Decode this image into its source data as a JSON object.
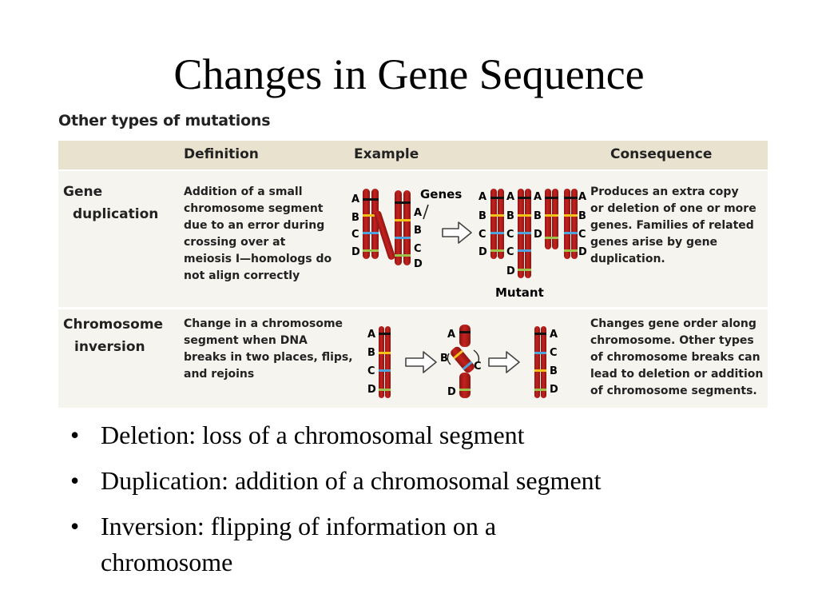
{
  "slide": {
    "title": "Changes in Gene Sequence"
  },
  "figure": {
    "heading": "Other types of mutations",
    "columns": [
      "Definition",
      "Example",
      "Consequence"
    ],
    "rows": [
      {
        "name_lines": [
          "Gene",
          "duplication"
        ],
        "definition_lines": [
          "Addition of a small",
          "chromosome segment",
          "due to an error during",
          "crossing over at",
          "meiosis I—homologs do",
          "not align correctly"
        ],
        "consequence_lines": [
          "Produces an extra copy",
          "or deletion of one or more",
          "genes. Families of related",
          "genes arise by gene",
          "duplication."
        ],
        "example": {
          "genes_label": "Genes",
          "mutant_label": "Mutant",
          "letters_left_a": [
            "A",
            "B",
            "C",
            "D"
          ],
          "letters_left_b": [
            "A",
            "B",
            "C",
            "D"
          ],
          "letters_mutant_1": [
            "A",
            "B",
            "C",
            "D"
          ],
          "letters_mutant_2": [
            "A",
            "B",
            "C",
            "C",
            "D"
          ],
          "letters_mutant_3": [
            "A",
            "B",
            "D"
          ],
          "letters_mutant_4": [
            "A",
            "B",
            "C",
            "D"
          ]
        }
      },
      {
        "name_lines": [
          "Chromosome",
          "inversion"
        ],
        "definition_lines": [
          "Change in a chromosome",
          "segment when DNA",
          "breaks in two places, flips,",
          "and rejoins"
        ],
        "consequence_lines": [
          "Changes gene order along",
          "chromosome. Other types",
          "of chromosome breaks can",
          "lead to deletion or addition",
          "of chromosome segments."
        ],
        "example": {
          "letters_original": [
            "A",
            "B",
            "C",
            "D"
          ],
          "letters_breaking": [
            "A",
            "B",
            "C",
            "D"
          ],
          "letters_inverted": [
            "A",
            "C",
            "B",
            "D"
          ]
        }
      }
    ]
  },
  "bullets": [
    "Deletion: loss of a chromosomal segment",
    "Duplication: addition of a chromosomal segment",
    "Inversion: flipping of information on a chromosome"
  ],
  "colors": {
    "chromosome": "#c4221f",
    "chromosome_dark": "#8e1512",
    "band_yellow": "#f2c21b",
    "band_blue": "#4fa3dc",
    "band_green": "#9cc44a",
    "band_black": "#111111",
    "header_bg": "#e9e2cf",
    "row_bg": "#f6f4ee",
    "arrow_fill": "#ffffff",
    "arrow_stroke": "#444444"
  },
  "icons": [
    "arrow-right-icon",
    "curved-arrow-icon"
  ]
}
